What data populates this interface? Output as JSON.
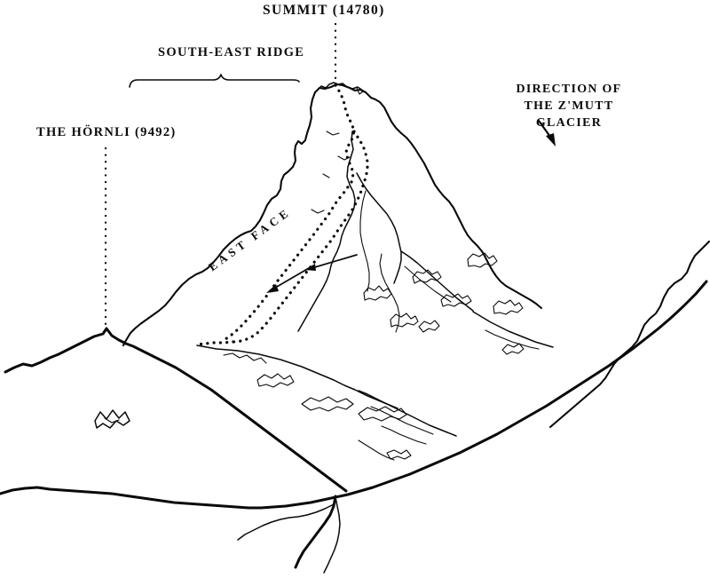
{
  "figure": {
    "title": "The Matterhorn east face engraving",
    "background_color": "#ffffff",
    "ink_color": "#0a0a0a"
  },
  "labels": {
    "summit": "SUMMIT (14780)",
    "south_east_ridge": "SOUTH-EAST RIDGE",
    "hornli": "THE HÖRNLI (9492)",
    "direction_line1": "DIRECTION OF",
    "direction_line2": "THE Z'MUTT GLACIER",
    "east_face": "EAST FACE"
  },
  "annotations": [
    {
      "name": "summit-leader",
      "type": "dotted-leader",
      "orientation": "vertical",
      "target": "summit peak"
    },
    {
      "name": "hornli-leader",
      "type": "dotted-leader",
      "orientation": "vertical",
      "target": "Hörnli shoulder"
    },
    {
      "name": "south-east-ridge-brace",
      "type": "brace",
      "orientation": "horizontal",
      "target": "south-east ridge span"
    },
    {
      "name": "zmutt-direction-arrow",
      "type": "arrow",
      "direction": "down-right"
    },
    {
      "name": "east-face-arrow-upper",
      "type": "arrow",
      "direction": "up-left"
    },
    {
      "name": "east-face-arrow-lower",
      "type": "arrow",
      "direction": "up-left"
    },
    {
      "name": "ascent-route",
      "type": "dotted-route",
      "description": "dotted climbing route on the east face"
    }
  ]
}
